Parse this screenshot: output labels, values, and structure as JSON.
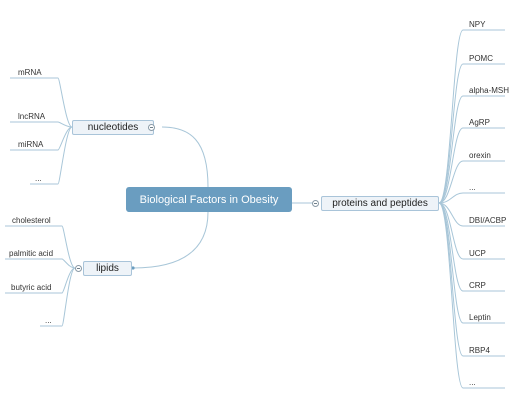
{
  "mindmap": {
    "central": "Biological Factors in Obesity",
    "nucleotides": {
      "label": "nucleotides",
      "items": [
        "mRNA",
        "lncRNA",
        "miRNA",
        "..."
      ]
    },
    "lipids": {
      "label": "lipids",
      "items": [
        "cholesterol",
        "palmitic acid",
        "butyric acid",
        "..."
      ]
    },
    "proteins": {
      "label": "proteins and peptides",
      "items": [
        "NPY",
        "POMC",
        "alpha-MSH",
        "AgRP",
        "orexin",
        "...",
        "DBI/ACBP",
        "UCP",
        "CRP",
        "Leptin",
        "RBP4",
        "..."
      ]
    }
  },
  "colors": {
    "central_fill": "#6a9dc0",
    "link": "#a8c6d8",
    "node_border": "#a9c4d9",
    "node_fill": "#eef3f8"
  },
  "icons": {
    "collapse": "collapse-circle-icon"
  }
}
